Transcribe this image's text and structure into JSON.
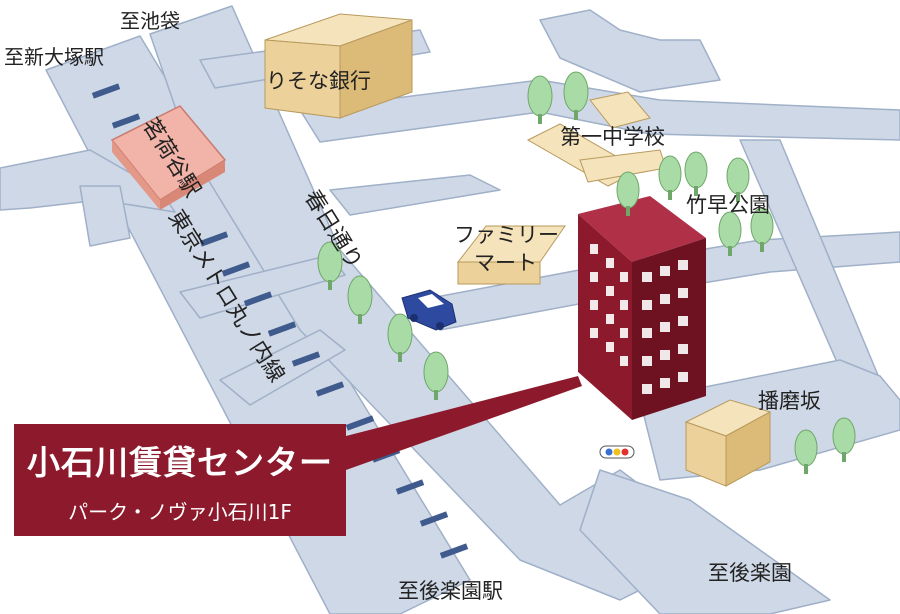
{
  "labels": {
    "to_ikebukuro": "至池袋",
    "to_shinotsuka": "至新大塚駅",
    "resona_bank": "りそな銀行",
    "daiichi_jhs": "第一中学校",
    "takehaya_park": "竹早公園",
    "family_mart_line1": "ファミリー",
    "family_mart_line2": "マート",
    "kasuga_dori": "春日通り",
    "myogadani_station": "茗荷谷駅",
    "metro_line": "東京メトロ丸ノ内線",
    "harimazaka": "播磨坂",
    "to_korakuen_station": "至後楽園駅",
    "to_korakuen": "至後楽園"
  },
  "callout": {
    "name": "小石川賃貸センター",
    "sub": "パーク・ノヴァ小石川1F"
  },
  "colors": {
    "road": "#cfd8e6",
    "road_edge": "#9fb0c8",
    "building_red": "#8c1a2c",
    "callout_bg": "#8c1a2c",
    "tree": "#a9dba6",
    "track_marks": "#3f5a8c",
    "car": "#2d4aa0",
    "station_fill": "#f2b3a8"
  },
  "icons": [
    "tree-icon",
    "car-icon",
    "traffic-light-icon",
    "building-icon"
  ]
}
